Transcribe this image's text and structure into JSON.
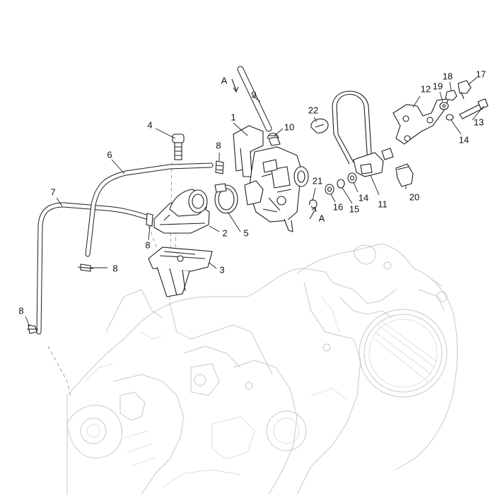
{
  "callouts": [
    {
      "id": "1",
      "text": "1"
    },
    {
      "id": "2",
      "text": "2"
    },
    {
      "id": "3",
      "text": "3"
    },
    {
      "id": "4",
      "text": "4"
    },
    {
      "id": "5",
      "text": "5"
    },
    {
      "id": "6",
      "text": "6"
    },
    {
      "id": "7",
      "text": "7"
    },
    {
      "id": "8a",
      "text": "8"
    },
    {
      "id": "8b",
      "text": "8"
    },
    {
      "id": "8c",
      "text": "8"
    },
    {
      "id": "8d",
      "text": "8"
    },
    {
      "id": "9",
      "text": "9"
    },
    {
      "id": "10",
      "text": "10"
    },
    {
      "id": "11",
      "text": "11"
    },
    {
      "id": "12",
      "text": "12"
    },
    {
      "id": "13",
      "text": "13"
    },
    {
      "id": "14a",
      "text": "14"
    },
    {
      "id": "14b",
      "text": "14"
    },
    {
      "id": "15",
      "text": "15"
    },
    {
      "id": "16",
      "text": "16"
    },
    {
      "id": "17",
      "text": "17"
    },
    {
      "id": "18",
      "text": "18"
    },
    {
      "id": "19",
      "text": "19"
    },
    {
      "id": "20",
      "text": "20"
    },
    {
      "id": "21",
      "text": "21"
    },
    {
      "id": "22",
      "text": "22"
    }
  ],
  "section_marks": [
    {
      "id": "A-top",
      "text": "A"
    },
    {
      "id": "A-bottom",
      "text": "A"
    }
  ]
}
